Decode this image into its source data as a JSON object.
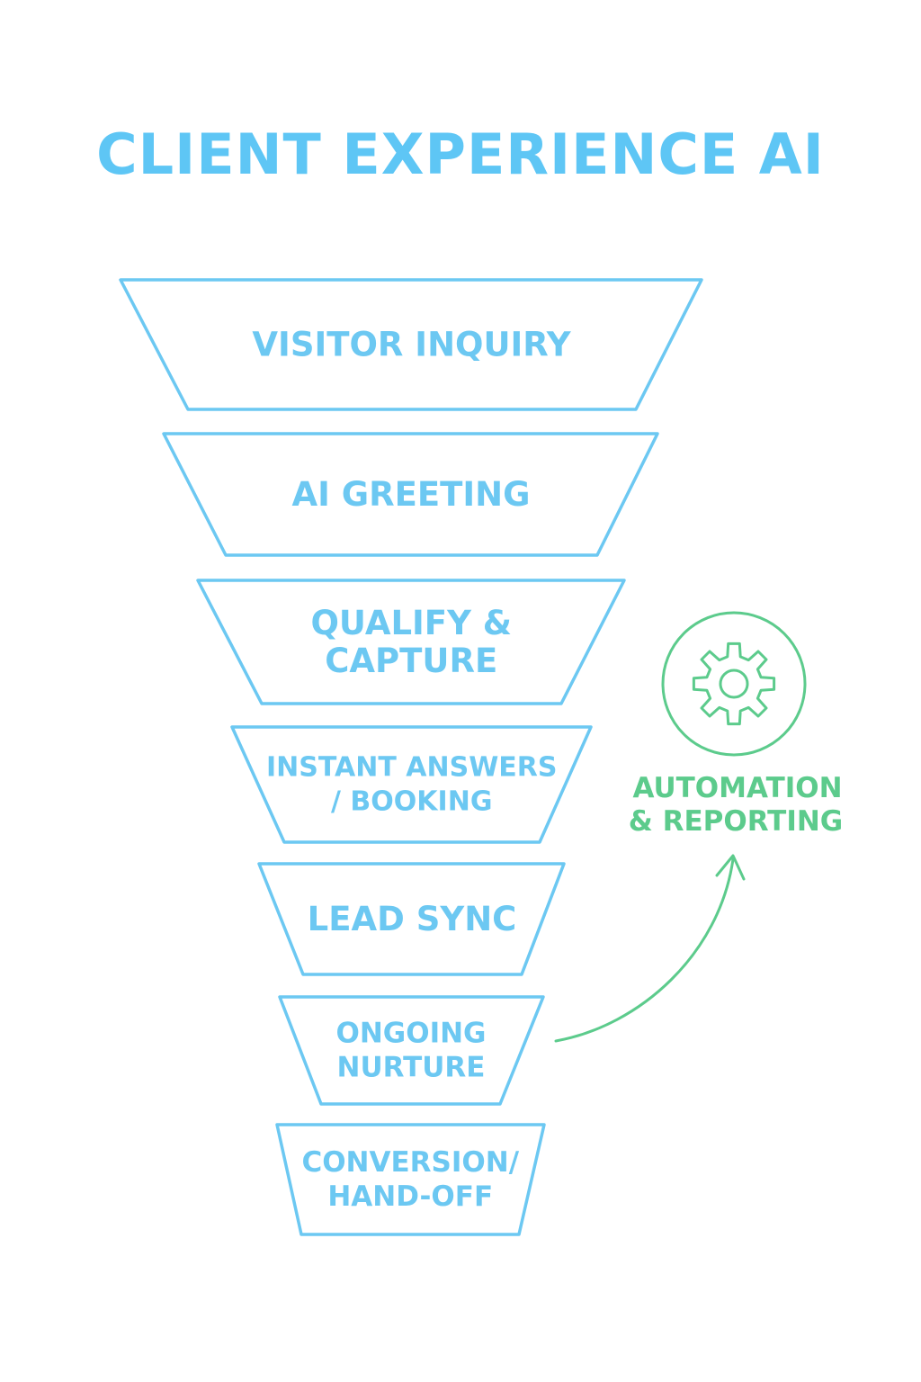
{
  "title": "CLIENT EXPERIENCE AI",
  "stages": [
    {
      "lines": [
        "VISITOR INQUIRY"
      ]
    },
    {
      "lines": [
        "AI GREETING"
      ]
    },
    {
      "lines": [
        "QUALIFY &",
        "CAPTURE"
      ]
    },
    {
      "lines": [
        "INSTANT ANSWERS",
        "/ BOOKING"
      ]
    },
    {
      "lines": [
        "LEAD SYNC"
      ]
    },
    {
      "lines": [
        "ONGOING",
        "NURTURE"
      ]
    },
    {
      "lines": [
        "CONVERSION/",
        "HAND-OFF"
      ]
    }
  ],
  "side_panel": {
    "icon": "gear-icon",
    "lines": [
      "AUTOMATION",
      "& REPORTING"
    ]
  },
  "colors": {
    "funnel": "#6cc8f2",
    "title": "#5ec6f5",
    "automation": "#5ccb8c"
  }
}
